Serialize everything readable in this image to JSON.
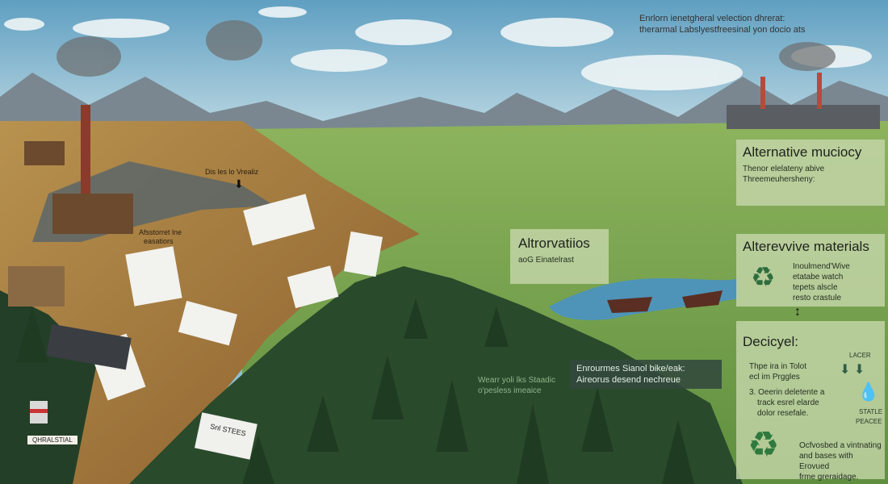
{
  "header": {
    "line1": "Enrlorn ienetgheral velection dhrerat:",
    "line2": "therarmal Labslyestfreesinal yon docio ats"
  },
  "panels": {
    "mucioc": {
      "title": "Alternative muciocy",
      "text1": "Thenor elelateny abive",
      "text2": "Threemeuhersheny:"
    },
    "materials": {
      "title": "Alterevvive materials",
      "lines": [
        "Inoulmend'Wive",
        "etatabe watch",
        "tepets alscle",
        "resto crastule"
      ]
    },
    "decicyel": {
      "title": "Decicyel:",
      "para1": [
        "Thpe ira in Tolot",
        "ecl im Prggles"
      ],
      "para2": [
        "3. Oeerin deletente a",
        "track esrel elarde",
        "dolor resefale."
      ],
      "para3": [
        "Ocfvosbed a vintnating",
        "and bases with Erovued",
        "frme greraidage."
      ],
      "icon_labels": [
        "LACER",
        "STATLE",
        "PEACEE"
      ]
    },
    "altrorvatiios": {
      "title": "Altrorvatiios",
      "text": "aoG Einatelrast"
    },
    "enrourmes": {
      "line1": "Enrourmes Sianol bike/eak:",
      "line2": "Aireorus desend nechreue"
    }
  },
  "labels": {
    "forest_text1": "Wearr yoli lks Staadic",
    "forest_text2": "o'pesless imeaice",
    "arrow_label": "Dis les lo Vrealiz",
    "site_label1": "Afsstorret lne",
    "site_label2": "easatiors",
    "can_label": "QHRALSTIAL",
    "receipt_label": "Snl STEES"
  },
  "colors": {
    "sky": "#8fc0d6",
    "dirt": "#a9803f",
    "forest": "#2a4a2c",
    "meadow": "#7fa656",
    "river": "#4e94b8"
  }
}
